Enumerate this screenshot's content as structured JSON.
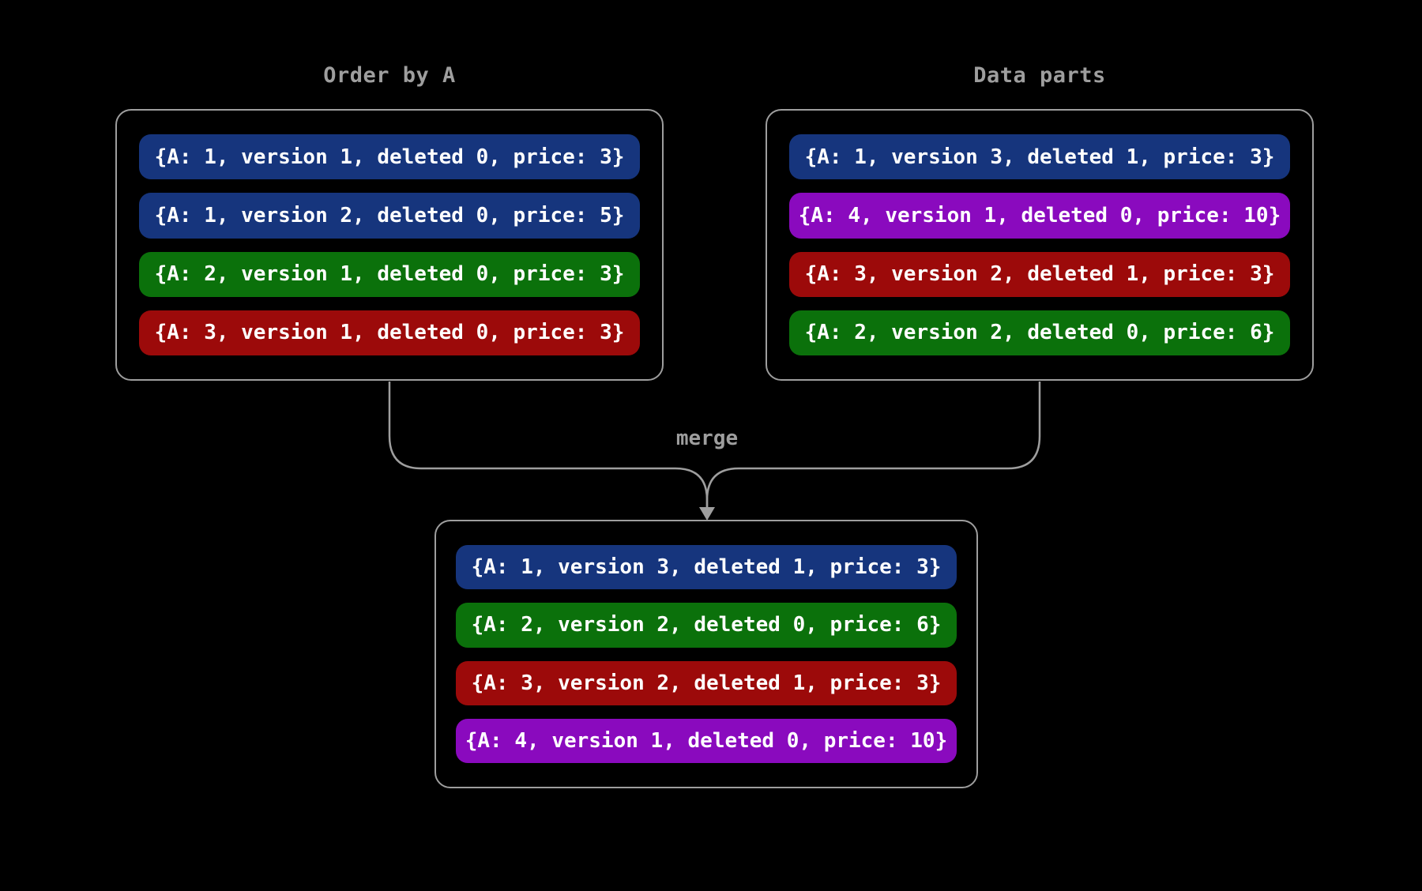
{
  "background": "#000000",
  "line_color": "#9e9e9e",
  "row_text_color": "#ffffff",
  "title_color": "#9e9e9e",
  "merge_label": "merge",
  "palette": {
    "blue": "#16357d",
    "green": "#0b710b",
    "red": "#9c0a0a",
    "purple": "#8a0abe"
  },
  "boxes": {
    "left": {
      "title": "Order by A",
      "rows": [
        {
          "text": "{A: 1, version 1, deleted 0, price: 3}",
          "color": "blue",
          "hex": "#16357d"
        },
        {
          "text": "{A: 1, version 2, deleted 0, price: 5}",
          "color": "blue",
          "hex": "#16357d"
        },
        {
          "text": "{A: 2, version 1, deleted 0, price: 3}",
          "color": "green",
          "hex": "#0b710b"
        },
        {
          "text": "{A: 3, version 1, deleted 0, price: 3}",
          "color": "red",
          "hex": "#9c0a0a"
        }
      ]
    },
    "right": {
      "title": "Data parts",
      "rows": [
        {
          "text": "{A: 1, version 3, deleted 1, price: 3}",
          "color": "blue",
          "hex": "#16357d"
        },
        {
          "text": "{A: 4, version 1, deleted 0, price: 10}",
          "color": "purple",
          "hex": "#8a0abe"
        },
        {
          "text": "{A: 3, version 2, deleted 1, price: 3}",
          "color": "red",
          "hex": "#9c0a0a"
        },
        {
          "text": "{A: 2, version 2, deleted 0, price: 6}",
          "color": "green",
          "hex": "#0b710b"
        }
      ]
    },
    "merged": {
      "rows": [
        {
          "text": "{A: 1, version 3, deleted 1, price: 3}",
          "color": "blue",
          "hex": "#16357d"
        },
        {
          "text": "{A: 2, version 2, deleted 0, price: 6}",
          "color": "green",
          "hex": "#0b710b"
        },
        {
          "text": "{A: 3, version 2, deleted 1, price: 3}",
          "color": "red",
          "hex": "#9c0a0a"
        },
        {
          "text": "{A: 4, version 1, deleted 0, price: 10}",
          "color": "purple",
          "hex": "#8a0abe"
        }
      ]
    }
  }
}
